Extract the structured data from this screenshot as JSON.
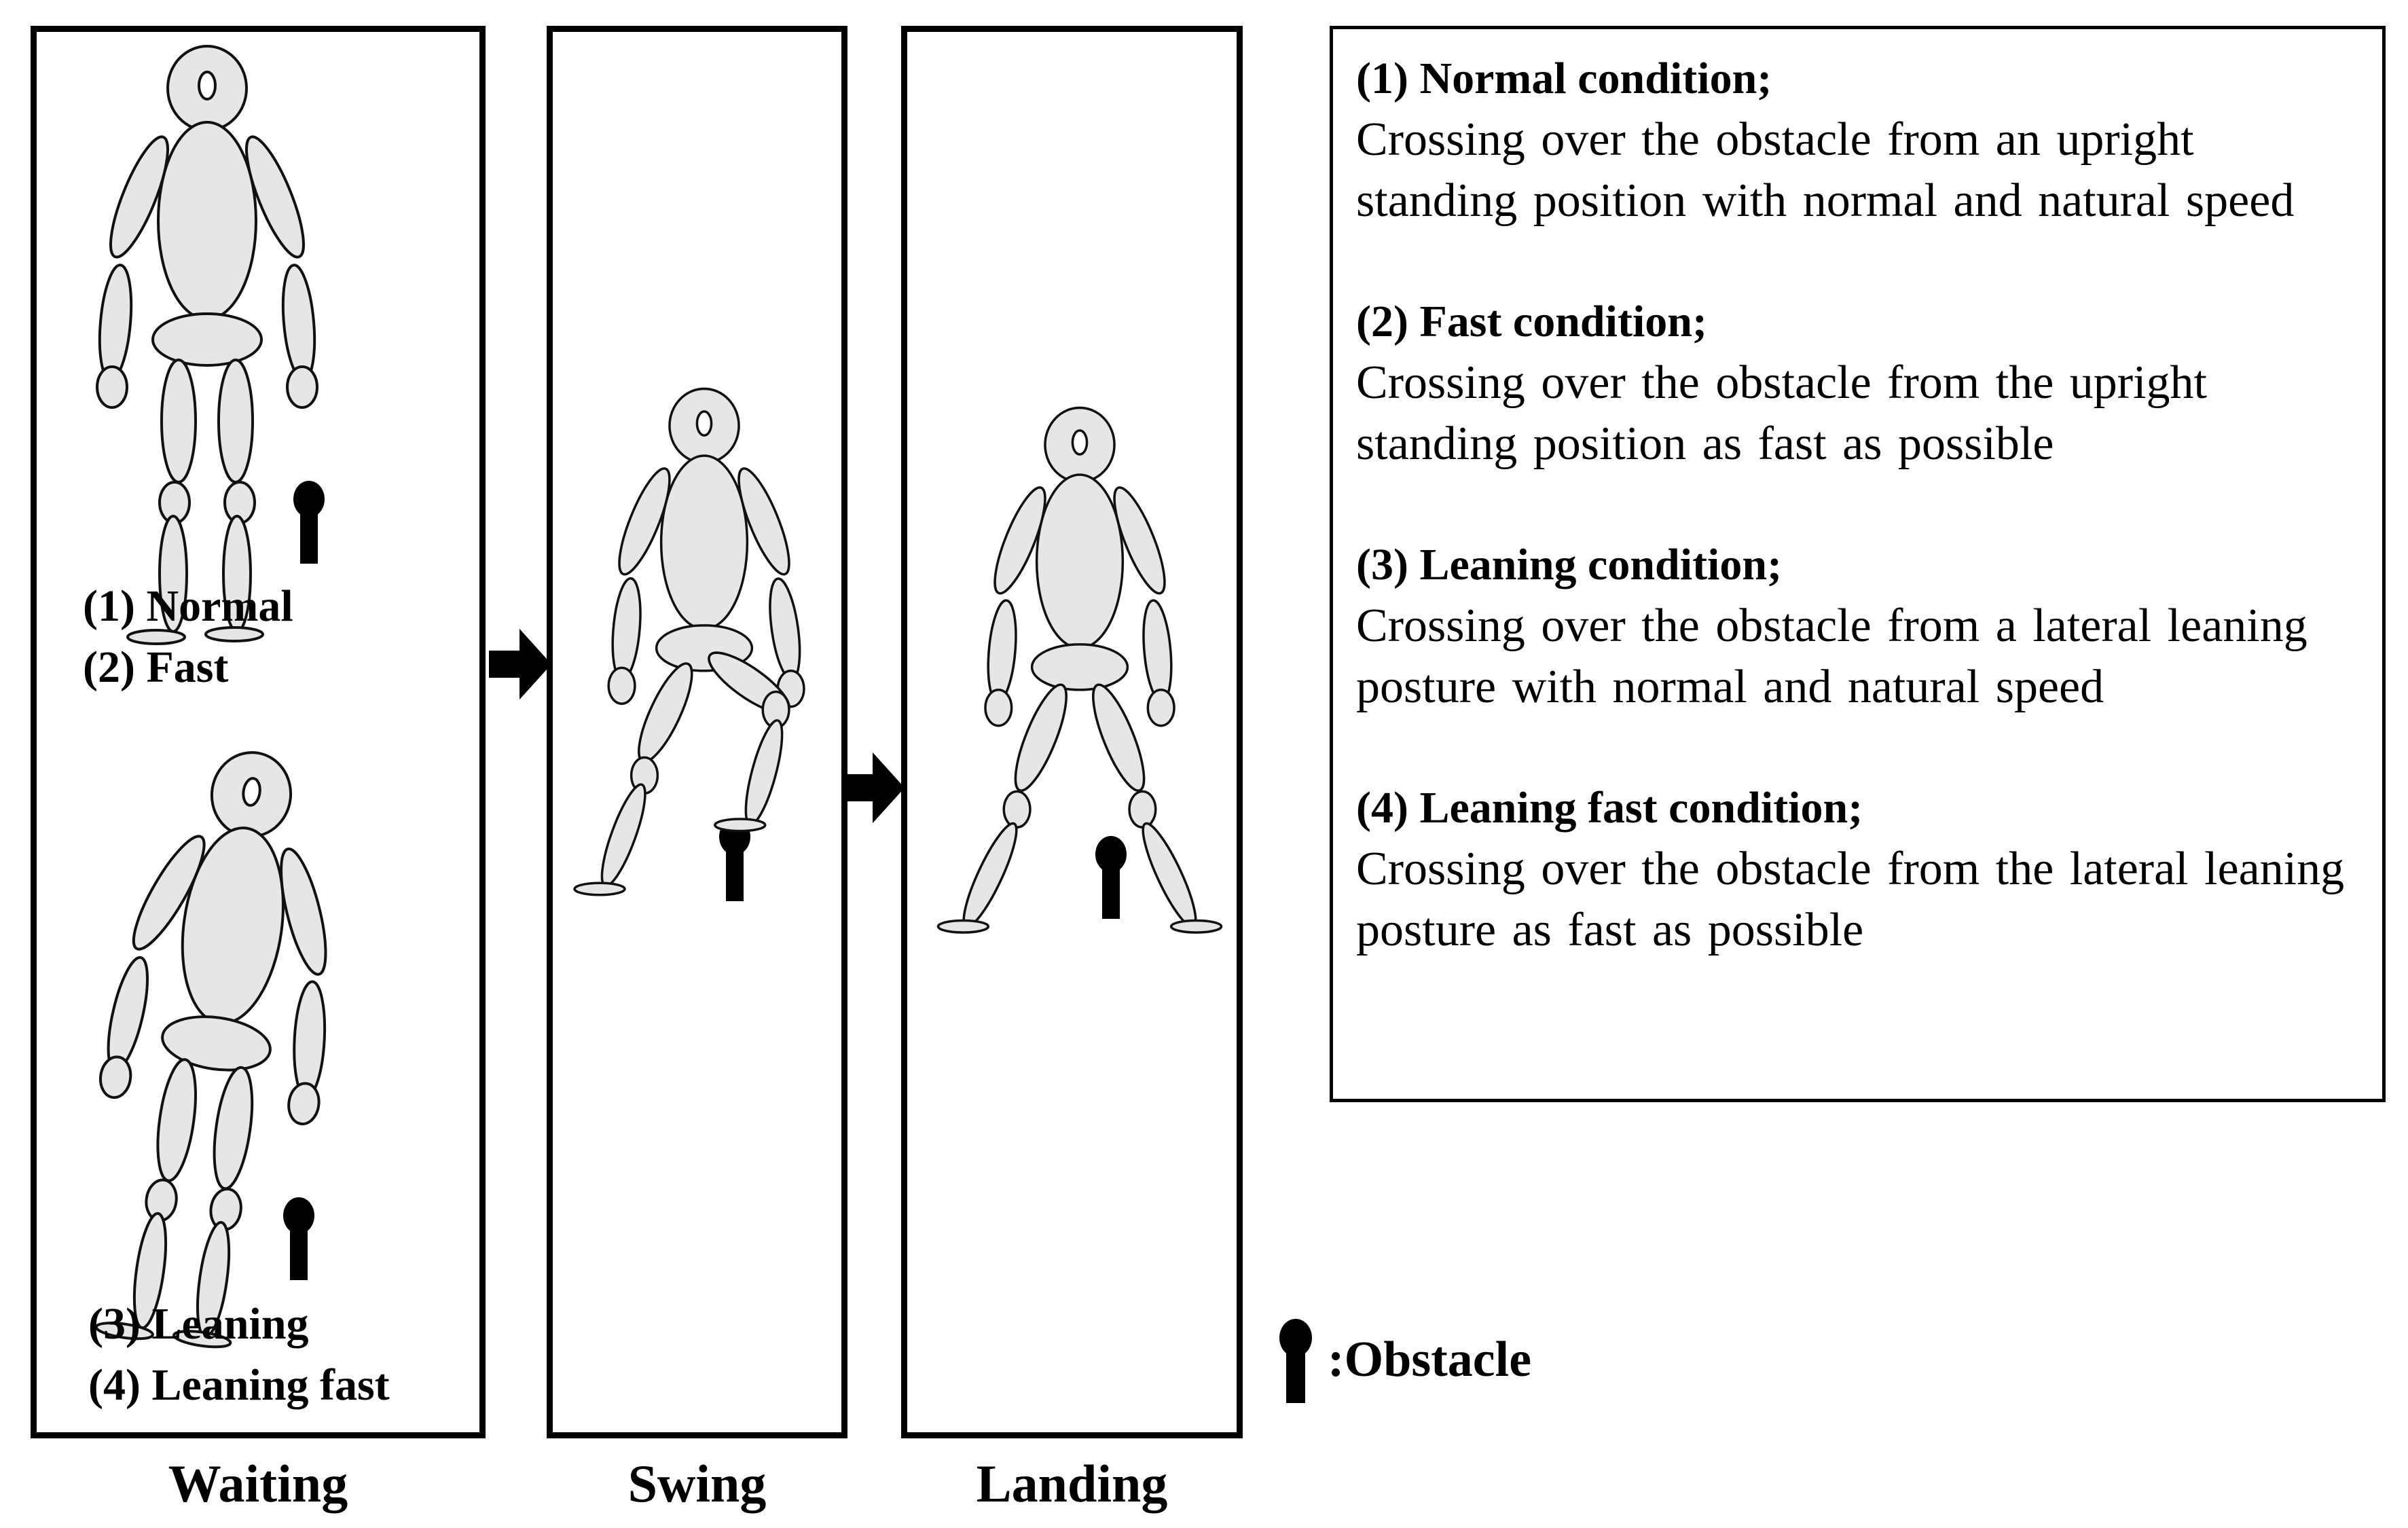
{
  "phases": {
    "waiting": "Waiting",
    "swing": "Swing",
    "landing": "Landing"
  },
  "waiting_labels": {
    "line1": "(1) Normal",
    "line2": "(2) Fast",
    "line3": "(3) Leaning",
    "line4": "(4) Leaning fast"
  },
  "descriptions": [
    {
      "title": "(1)  Normal condition;",
      "text": "Crossing over the obstacle from an upright standing position with normal and natural speed"
    },
    {
      "title": "(2) Fast condition;",
      "text": "Crossing over the obstacle from the upright standing position as fast as possible"
    },
    {
      "title": "(3) Leaning condition;",
      "text": "Crossing over the obstacle from a lateral leaning posture with normal and natural speed"
    },
    {
      "title": "(4) Leaning fast condition;",
      "text": "Crossing over the obstacle from the lateral leaning posture as fast as possible"
    }
  ],
  "legend": {
    "obstacle_label": ":Obstacle"
  },
  "icons": {
    "figure": "human-mannequin-icon",
    "obstacle": "obstacle-marker-icon",
    "arrow": "right-arrow-icon"
  },
  "colors": {
    "figure_fill": "#e6e6e6",
    "stroke": "#111111",
    "obstacle": "#000000"
  }
}
